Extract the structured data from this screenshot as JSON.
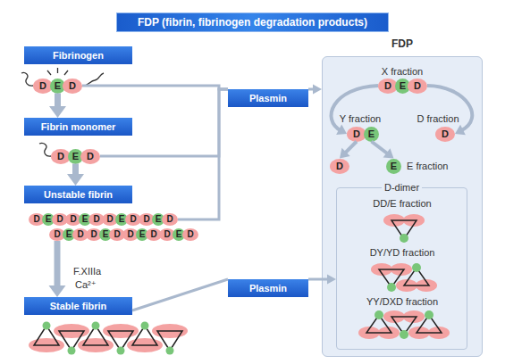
{
  "diagram": {
    "title": "FDP (fibrin, fibrinogen degradation products)",
    "nodes": [
      {
        "text": [
          "Fibrinogen"
        ]
      },
      {
        "text": [
          "D"
        ]
      },
      {
        "text": [
          "E"
        ]
      },
      {
        "text": [
          "D"
        ]
      },
      {
        "text": [
          "Fibrin monomer"
        ]
      },
      {
        "text": [
          "D"
        ]
      },
      {
        "text": [
          "E"
        ]
      },
      {
        "text": [
          "D"
        ]
      },
      {
        "text": [
          "Unstable fibrin"
        ]
      },
      {
        "text": [
          "D"
        ]
      },
      {
        "text": [
          "E"
        ]
      },
      {
        "text": [
          "D"
        ]
      },
      {
        "text": [
          "D"
        ]
      },
      {
        "text": [
          "E"
        ]
      },
      {
        "text": [
          "D"
        ]
      },
      {
        "text": [
          "D"
        ]
      },
      {
        "text": [
          "E"
        ]
      },
      {
        "text": [
          "D"
        ]
      },
      {
        "text": [
          "D"
        ]
      },
      {
        "text": [
          "E"
        ]
      },
      {
        "text": [
          "D"
        ]
      },
      {
        "text": [
          "D"
        ]
      },
      {
        "text": [
          "E"
        ]
      },
      {
        "text": [
          "D"
        ]
      },
      {
        "text": [
          "D"
        ]
      },
      {
        "text": [
          "E"
        ]
      },
      {
        "text": [
          "D"
        ]
      },
      {
        "text": [
          "D"
        ]
      },
      {
        "text": [
          "E"
        ]
      },
      {
        "text": [
          "D"
        ]
      },
      {
        "text": [
          "D"
        ]
      },
      {
        "text": [
          "E"
        ]
      },
      {
        "text": [
          "D"
        ]
      },
      {
        "text": [
          "Stable fibrin"
        ]
      },
      {
        "text": [
          "Plasmin"
        ]
      },
      {
        "text": [
          "Plasmin"
        ]
      },
      {
        "text": [
          "FDP"
        ]
      },
      {
        "text": [
          "D"
        ],
        "in": 36
      },
      {
        "text": [
          "E"
        ],
        "in": 36
      },
      {
        "text": [
          "D"
        ],
        "in": 36
      },
      {
        "text": [
          "D"
        ],
        "in": 36
      },
      {
        "text": [
          "E"
        ],
        "in": 36
      },
      {
        "text": [
          "D"
        ],
        "in": 36
      },
      {
        "text": [
          "D"
        ],
        "in": 36
      },
      {
        "text": [
          "E"
        ],
        "in": 36
      },
      {
        "text": [
          "D-dimer"
        ],
        "in": 36
      }
    ],
    "edges": [
      {
        "from": 2,
        "to": 4,
        "arrow": "to"
      },
      {
        "from": 6,
        "to": 8,
        "arrow": "to"
      },
      {
        "from": 21,
        "to": 33,
        "arrow": "to"
      },
      {
        "from": 3,
        "to": 34,
        "arrow": "none"
      },
      {
        "from": 7,
        "to": 34,
        "arrow": "none"
      },
      {
        "from": 20,
        "to": 34,
        "arrow": "none"
      },
      {
        "from": 34,
        "to": 36,
        "arrow": "to"
      },
      {
        "from": 33,
        "to": 35,
        "arrow": "none"
      },
      {
        "from": 35,
        "to": 45,
        "arrow": "to"
      },
      {
        "from": 37,
        "to": 40,
        "arrow": "to"
      },
      {
        "from": 39,
        "to": 42,
        "arrow": "to"
      },
      {
        "from": 40,
        "to": 43,
        "arrow": "to"
      },
      {
        "from": 41,
        "to": 44,
        "arrow": "to"
      }
    ],
    "labels": [
      "F.XIIIa",
      "Ca²⁺",
      "X fraction",
      "Y fraction",
      "D fraction",
      "E fraction",
      "DD/E fraction",
      "DY/YD fraction",
      "YY/DXD fraction"
    ]
  }
}
